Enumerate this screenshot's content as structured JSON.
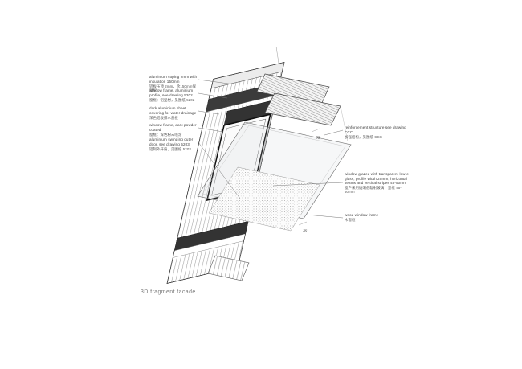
{
  "caption": "3D fragment facade",
  "annotations": {
    "left": [
      {
        "en": "aluminium coping 2mm with insulation 150mm",
        "zh": "铝板压顶 2mm，含150mm保温层"
      },
      {
        "en": "window frame, aluminium profile, see drawing 5202",
        "zh": "窗框：铝型材，见图纸 5202"
      },
      {
        "en": "dark aluminium sheet covering for water drainage",
        "zh": "深色铝板排水盖板"
      },
      {
        "en": "window frame, dark powder coated",
        "zh": "窗框：深色粉末喷涂"
      },
      {
        "en": "aluminium swinging outer door, see drawing 5203",
        "zh": "铝制外开扇，见图纸 5203"
      }
    ],
    "right": [
      {
        "en": "reinforcement structure see drawing CCC",
        "zh": "加强结构，见图纸 CCC"
      },
      {
        "en": "window glazed with transparent low-e glass, profile width 25mm, horizontal seams and vertical stripes 45-50mm",
        "zh": "窗户采用透明低辐射玻璃，竖框 45-50mm"
      },
      {
        "en": "wood window frame",
        "zh": "木窗框"
      }
    ]
  },
  "dimensions": {
    "a": "35",
    "b": "35"
  }
}
